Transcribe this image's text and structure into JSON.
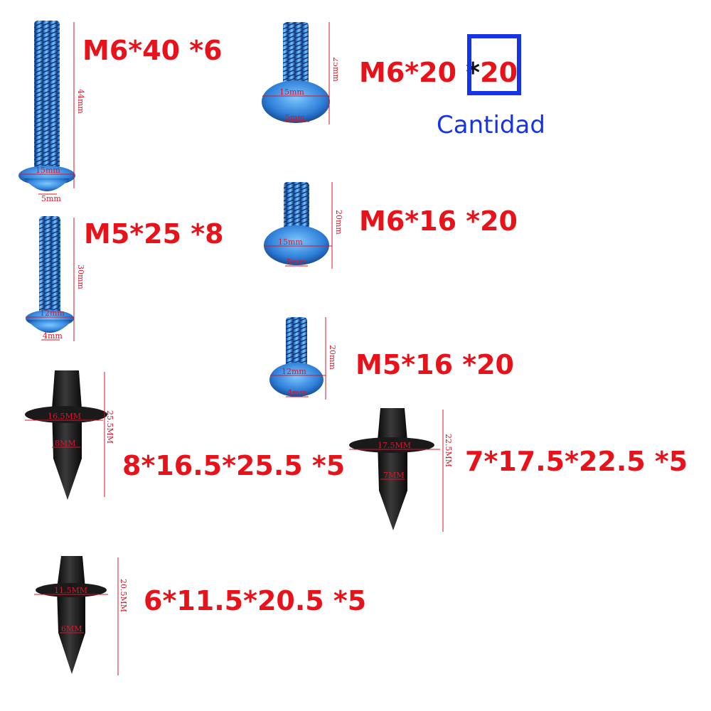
{
  "labels": {
    "m6_40": "M6*40 *6",
    "m6_20_size": "M6*20",
    "m6_20_star": "*",
    "m6_20_qty": "20",
    "m5_25": "M5*25 *8",
    "m6_16": "M6*16 *20",
    "m5_16": "M5*16 *20",
    "clip_8": "8*16.5*25.5 *5",
    "clip_7": "7*17.5*22.5 *5",
    "clip_6": "6*11.5*20.5 *5"
  },
  "callout": {
    "text": "Cantidad"
  },
  "dims": {
    "m6_40": {
      "len": "44mm",
      "head": "15mm",
      "drive": "5mm"
    },
    "m6_20": {
      "len": "25mm",
      "head": "15mm",
      "drive": "5mm"
    },
    "m5_25": {
      "len": "30mm",
      "head": "12mm",
      "drive": "4mm"
    },
    "m6_16": {
      "len": "20mm",
      "head": "15mm",
      "drive": "5mm"
    },
    "m5_16": {
      "len": "20mm",
      "head": "12mm",
      "drive": "4mm"
    },
    "clip_8": {
      "len": "25.5MM",
      "head": "16.5MM",
      "shank": "8MM"
    },
    "clip_7": {
      "len": "22.5MM",
      "head": "17.5MM",
      "shank": "7MM"
    },
    "clip_6": {
      "len": "20.5MM",
      "head": "11.5MM",
      "shank": "6MM"
    }
  },
  "colors": {
    "label_red": "#e8121a",
    "bolt_blue": "#2f7fd6",
    "callout_blue": "#1733e6",
    "clip_black": "#1c1c1c"
  }
}
